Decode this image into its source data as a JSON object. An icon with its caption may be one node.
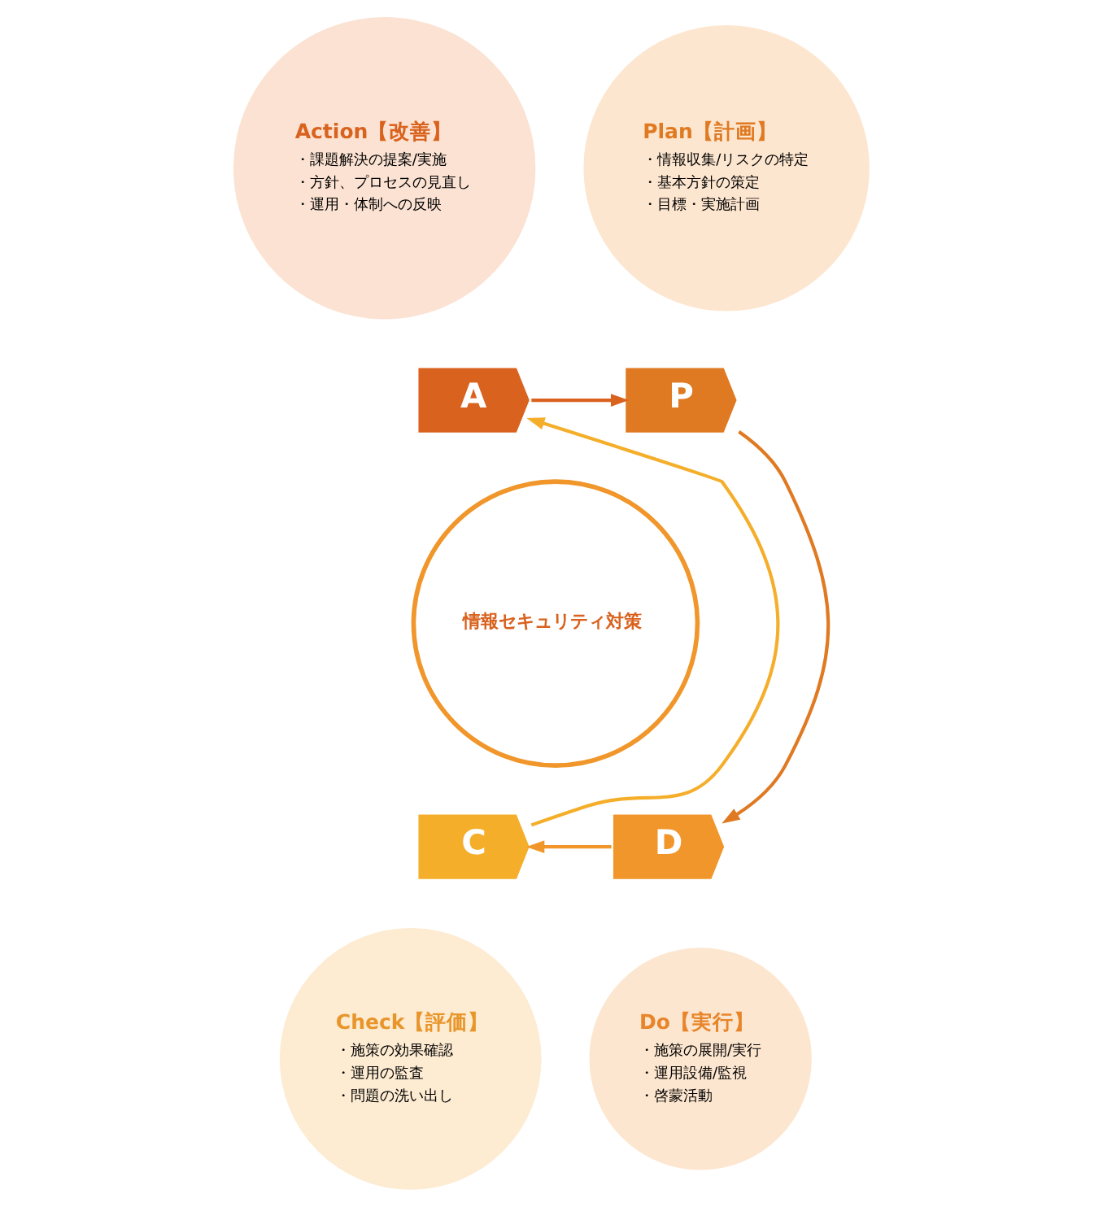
{
  "diagram": {
    "nodes": [
      {
        "text": [
          "Action【改善】",
          "・課題解決の提案/実施",
          "・方針、プロセスの見直し",
          "・運用・体制への反映"
        ]
      },
      {
        "text": [
          "Plan【計画】",
          "・情報収集/リスクの特定",
          "・基本方針の策定",
          "・目標・実施計画"
        ]
      },
      {
        "text": [
          "A"
        ]
      },
      {
        "text": [
          "P"
        ]
      },
      {
        "text": [
          "情報セキュリティ対策"
        ]
      },
      {
        "text": [
          "C"
        ]
      },
      {
        "text": [
          "D"
        ]
      },
      {
        "text": [
          "Check【評価】",
          "・施策の効果確認",
          "・運用の監査",
          "・問題の洗い出し"
        ]
      },
      {
        "text": [
          "Do【実行】",
          "・施策の展開/実行",
          "・運用設備/監視",
          "・啓蒙活動"
        ]
      }
    ],
    "edges": [
      {
        "from": 2,
        "to": 3,
        "arrow": "to"
      },
      {
        "from": 3,
        "to": 6,
        "arrow": "to"
      },
      {
        "from": 6,
        "to": 5,
        "arrow": "to"
      },
      {
        "from": 5,
        "to": 2,
        "arrow": "to"
      }
    ]
  }
}
